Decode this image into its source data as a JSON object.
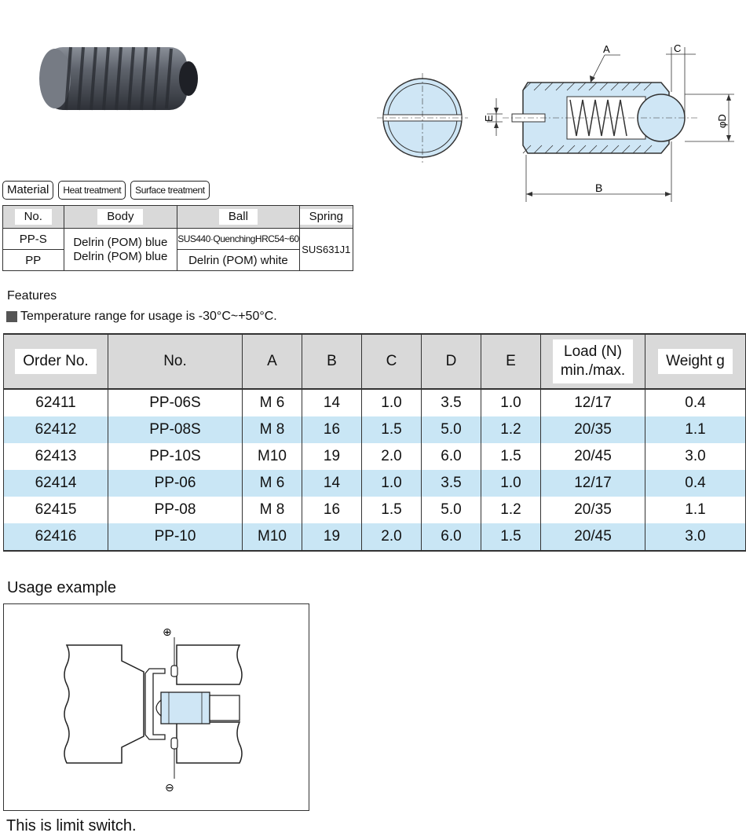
{
  "tags": [
    "Material",
    "Heat treatment",
    "Surface treatment"
  ],
  "material_table": {
    "headers": [
      "No.",
      "Body",
      "Ball",
      "Spring"
    ],
    "rows": [
      {
        "no": "PP-S",
        "body": "Delrin (POM) blue",
        "ball": "SUS440·QuenchingHRC54~60",
        "spring": "SUS631J1"
      },
      {
        "no": "PP",
        "body": "Delrin (POM) blue",
        "ball": "Delrin (POM) white"
      }
    ]
  },
  "features": {
    "title": "Features",
    "items": [
      "Temperature range for usage is -30°C~+50°C."
    ]
  },
  "drawing_labels": {
    "a": "A",
    "b": "B",
    "c": "C",
    "d": "φD",
    "e": "E"
  },
  "spec_table": {
    "headers": {
      "order_no": "Order No.",
      "no": "No.",
      "a": "A",
      "b": "B",
      "c": "C",
      "d": "D",
      "e": "E",
      "load_line1": "Load (N)",
      "load_line2": "min./max.",
      "weight": "Weight g"
    },
    "rows": [
      {
        "order_no": "62411",
        "no": "PP-06S",
        "a": "M 6",
        "b": "14",
        "c": "1.0",
        "d": "3.5",
        "e": "1.0",
        "load": "12/17",
        "weight": "0.4"
      },
      {
        "order_no": "62412",
        "no": "PP-08S",
        "a": "M 8",
        "b": "16",
        "c": "1.5",
        "d": "5.0",
        "e": "1.2",
        "load": "20/35",
        "weight": "1.1"
      },
      {
        "order_no": "62413",
        "no": "PP-10S",
        "a": "M10",
        "b": "19",
        "c": "2.0",
        "d": "6.0",
        "e": "1.5",
        "load": "20/45",
        "weight": "3.0"
      },
      {
        "order_no": "62414",
        "no": "PP-06",
        "a": "M 6",
        "b": "14",
        "c": "1.0",
        "d": "3.5",
        "e": "1.0",
        "load": "12/17",
        "weight": "0.4"
      },
      {
        "order_no": "62415",
        "no": "PP-08",
        "a": "M 8",
        "b": "16",
        "c": "1.5",
        "d": "5.0",
        "e": "1.2",
        "load": "20/35",
        "weight": "1.1"
      },
      {
        "order_no": "62416",
        "no": "PP-10",
        "a": "M10",
        "b": "19",
        "c": "2.0",
        "d": "6.0",
        "e": "1.5",
        "load": "20/45",
        "weight": "3.0"
      }
    ]
  },
  "usage": {
    "title": "Usage example",
    "plus_symbol": "⊕",
    "minus_symbol": "⊖",
    "caption": "This is limit switch."
  },
  "colors": {
    "row_highlight": "#c9e6f5",
    "part_blue": "#cfe6f5",
    "header_gray": "#d9d9d9"
  }
}
